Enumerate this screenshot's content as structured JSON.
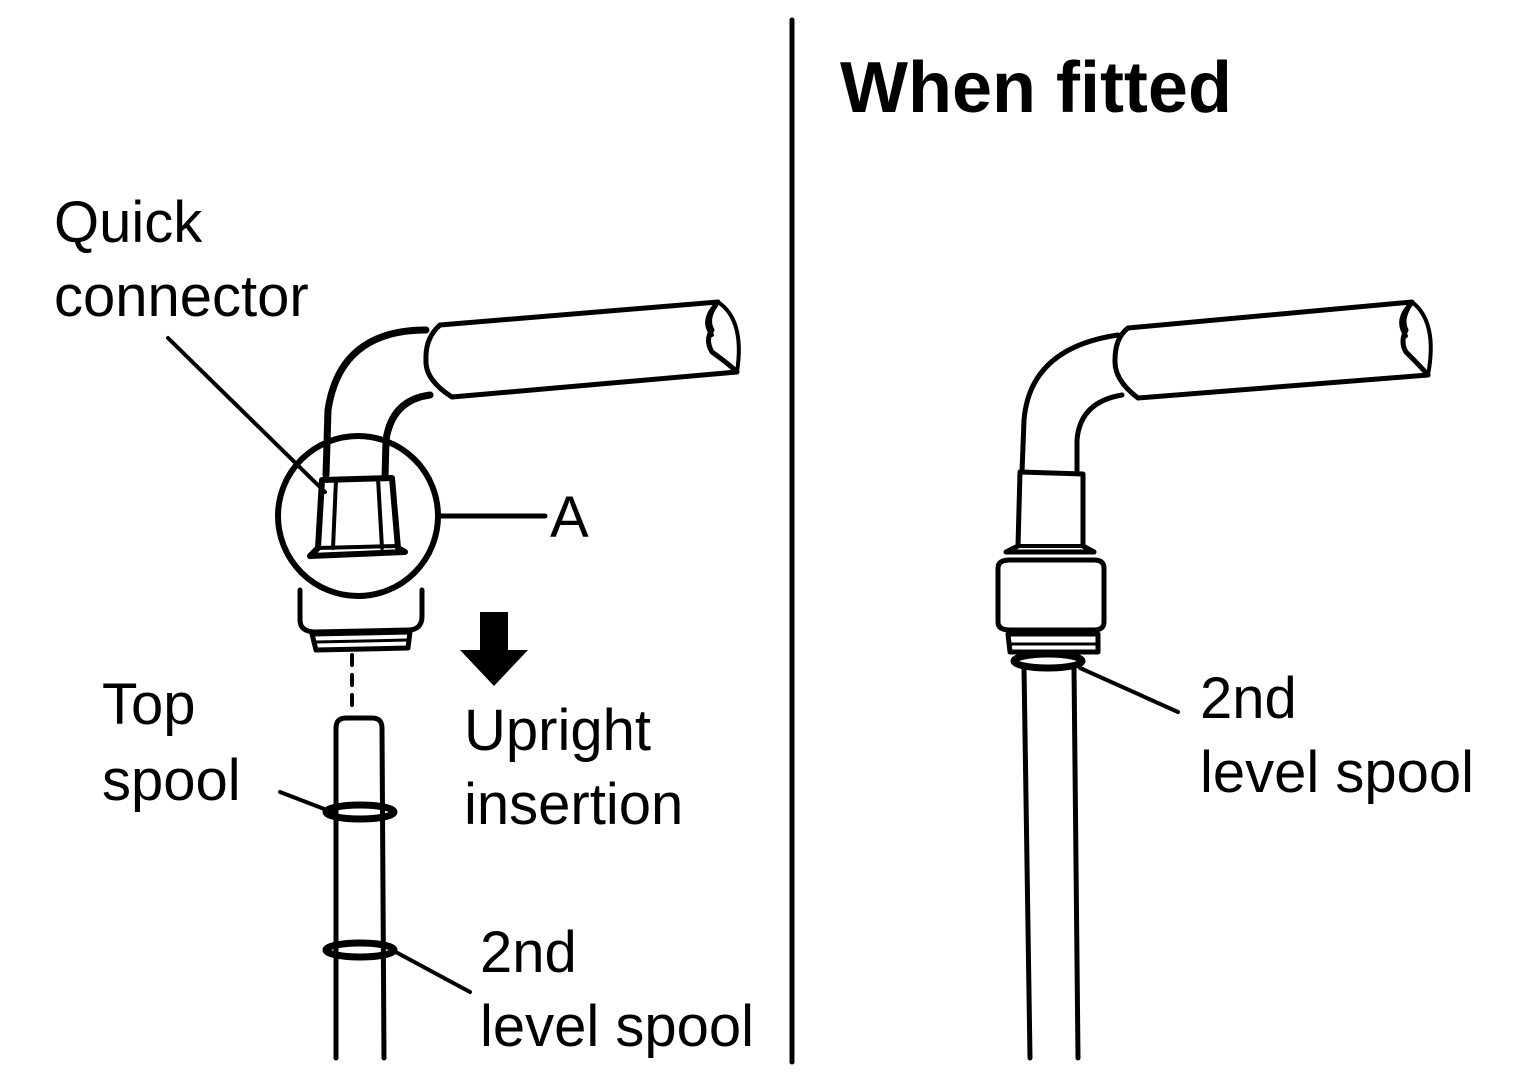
{
  "right_panel": {
    "title": "When fitted",
    "second_spool_label": {
      "line1": "2nd",
      "line2": "level spool"
    }
  },
  "left_panel": {
    "quick_connector_label": {
      "line1": "Quick",
      "line2": "connector"
    },
    "detail_label": "A",
    "insertion_label": {
      "line1": "Upright",
      "line2": "insertion"
    },
    "top_spool_label": {
      "line1": "Top",
      "line2": "spool"
    },
    "second_spool_label": {
      "line1": "2nd",
      "line2": "level spool"
    }
  },
  "icons": {
    "insertion_direction": "down-arrow-icon",
    "detail_marker": "circle-detail-icon"
  }
}
